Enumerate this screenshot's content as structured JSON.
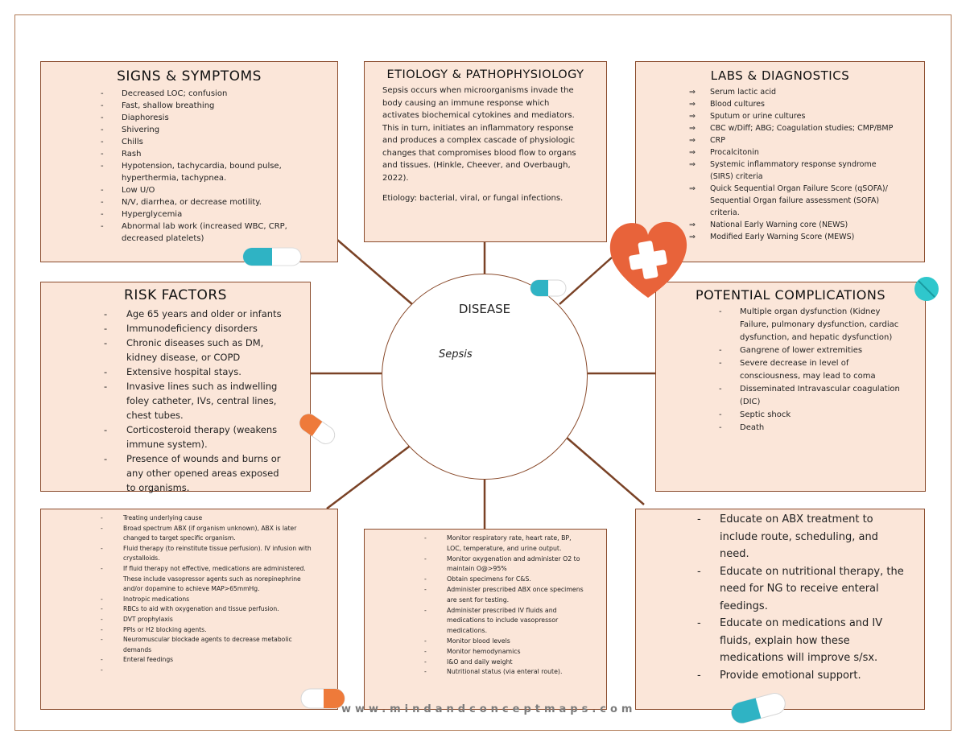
{
  "signs": {
    "title": "SIGNS & SYMPTOMS",
    "items": [
      "Decreased LOC; confusion",
      "Fast, shallow breathing",
      "Diaphoresis",
      "Shivering",
      "Chills",
      "Rash",
      "Hypotension, tachycardia, bound pulse, hyperthermia, tachypnea.",
      "Low U/O",
      "N/V, diarrhea, or decrease motility.",
      "Hyperglycemia",
      "Abnormal lab work (increased WBC, CRP, decreased platelets)"
    ]
  },
  "etiology": {
    "title": "ETIOLOGY & PATHOPHYSIOLOGY",
    "paragraph": "Sepsis occurs when microorganisms invade the body causing an immune response which activates biochemical cytokines and mediators. This in turn, initiates an inflammatory response and produces a complex cascade of physiologic changes that compromises blood flow to organs and tissues. (Hinkle, Cheever, and Overbaugh, 2022).",
    "etiology_line": "Etiology: bacterial, viral, or fungal infections."
  },
  "labs": {
    "title": "LABS & DIAGNOSTICS",
    "items": [
      "Serum lactic acid",
      "Blood cultures",
      "Sputum or urine cultures",
      "CBC w/Diff; ABG; Coagulation studies; CMP/BMP",
      "CRP",
      "Procalcitonin",
      "Systemic inflammatory response syndrome (SIRS) criteria",
      "Quick Sequential Organ Failure Score (qSOFA)/ Sequential Organ failure assessment (SOFA) criteria.",
      "National Early Warning core (NEWS)",
      "Modified Early Warning Score (MEWS)"
    ]
  },
  "risk": {
    "title": "RISK FACTORS",
    "items": [
      "Age 65 years and older or infants",
      "Immunodeficiency disorders",
      "Chronic diseases such as DM, kidney disease, or COPD",
      "Extensive hospital stays.",
      "Invasive lines such as indwelling foley catheter, IVs, central lines, chest tubes.",
      "Corticosteroid therapy (weakens immune system).",
      "Presence of wounds and burns or any other opened areas exposed to organisms."
    ]
  },
  "disease": {
    "label": "DISEASE",
    "name": "Sepsis"
  },
  "complications": {
    "title": "POTENTIAL COMPLICATIONS",
    "items": [
      "Multiple organ dysfunction (Kidney Failure, pulmonary dysfunction, cardiac dysfunction, and hepatic dysfunction)",
      "Gangrene of lower extremities",
      "Severe decrease in level of consciousness, may lead to coma",
      "Disseminated Intravascular coagulation (DIC)",
      "Septic shock",
      "Death"
    ]
  },
  "treatment": {
    "items": [
      "Treating underlying cause",
      "Broad spectrum ABX (if organism unknown), ABX is later changed to target specific organism.",
      "Fluid therapy (to reinstitute tissue perfusion). IV infusion with crystalloids.",
      "If fluid therapy not effective, medications are administered. These include vasopressor agents such as norepinephrine and/or dopamine to achieve MAP>65mmHg.",
      "Inotropic medications",
      "RBCs to aid with oxygenation and tissue perfusion.",
      "DVT prophylaxis",
      "PPIs or H2 blocking agents.",
      "Neuromuscular blockade agents to decrease metabolic demands",
      "Enteral feedings",
      ""
    ]
  },
  "nursing": {
    "items": [
      "Monitor respiratory rate, heart rate, BP, LOC, temperature, and urine output.",
      "Monitor oxygenation and administer O2 to maintain O@>95%",
      "Obtain specimens for C&S.",
      "Administer prescribed ABX once specimens are sent for testing.",
      "Administer prescribed IV fluids and medications to include vasopressor medications.",
      "Monitor blood levels",
      "Monitor hemodynamics",
      "I&O and daily weight",
      "Nutritional status (via enteral route)."
    ]
  },
  "education": {
    "items": [
      "Educate on ABX treatment to include route, scheduling, and need.",
      "Educate on nutritional therapy, the need for NG to receive enteral feedings.",
      "Educate on medications and IV fluids, explain how these medications will improve s/sx.",
      "Provide emotional support."
    ]
  },
  "footer": {
    "watermark": "www.mindandconceptmaps.com"
  },
  "colors": {
    "box_fill": "#fbe6d9",
    "border": "#8a4b2c",
    "heart": "#e8633a",
    "pill_teal": "#2fb3c4",
    "pill_orange": "#ee7a3a"
  }
}
